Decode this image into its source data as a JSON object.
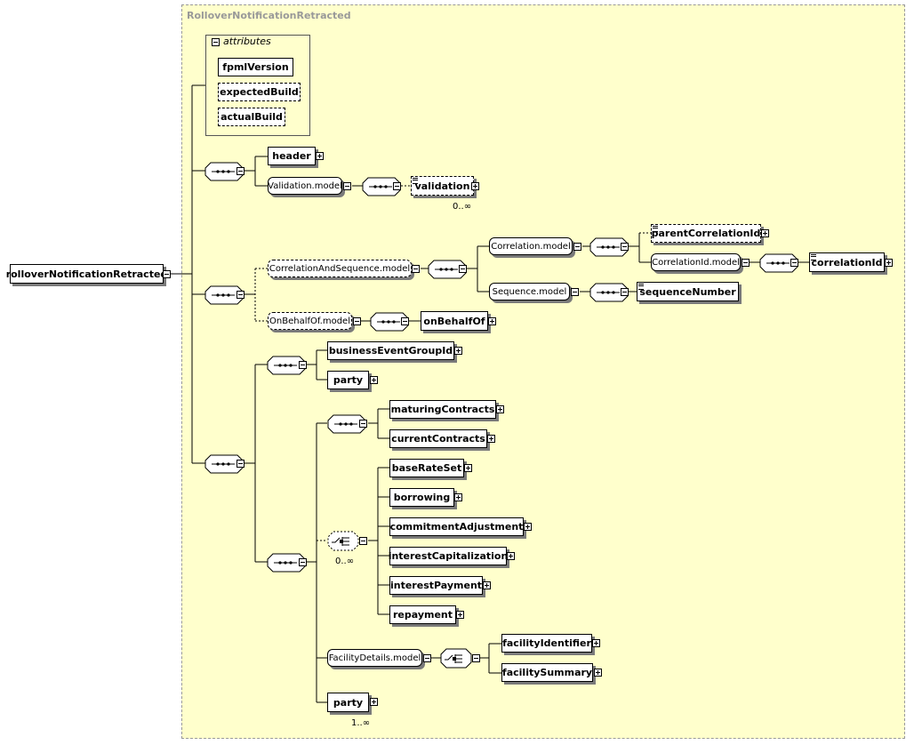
{
  "diagram": {
    "title": "RolloverNotificationRetracted",
    "root": "rolloverNotificationRetracted",
    "attributes_label": "attributes",
    "attributes": [
      "fpmlVersion",
      "expectedBuild",
      "actualBuild"
    ],
    "elements": {
      "header": "header",
      "validation_model": "Validation.model",
      "validation": "validation",
      "validation_card": "0..∞",
      "correlation_and_sequence_model": "CorrelationAndSequence.model",
      "correlation_model": "Correlation.model",
      "parent_correlation_id": "parentCorrelationId",
      "correlation_id_model": "CorrelationId.model",
      "correlation_id": "correlationId",
      "sequence_model": "Sequence.model",
      "sequence_number": "sequenceNumber",
      "on_behalf_of_model": "OnBehalfOf.model",
      "on_behalf_of": "onBehalfOf",
      "business_event_group_id": "businessEventGroupId",
      "party_1": "party",
      "maturing_contracts": "maturingContracts",
      "current_contracts": "currentContracts",
      "base_rate_set": "baseRateSet",
      "borrowing": "borrowing",
      "commitment_adjustment": "commitmentAdjustment",
      "interest_capitalization": "interestCapitalization",
      "interest_payment": "interestPayment",
      "repayment": "repayment",
      "choice_card": "0..∞",
      "facility_details_model": "FacilityDetails.model",
      "facility_identifier": "facilityIdentifier",
      "facility_summary": "facilitySummary",
      "party_2": "party",
      "party_2_card": "1..∞"
    }
  }
}
